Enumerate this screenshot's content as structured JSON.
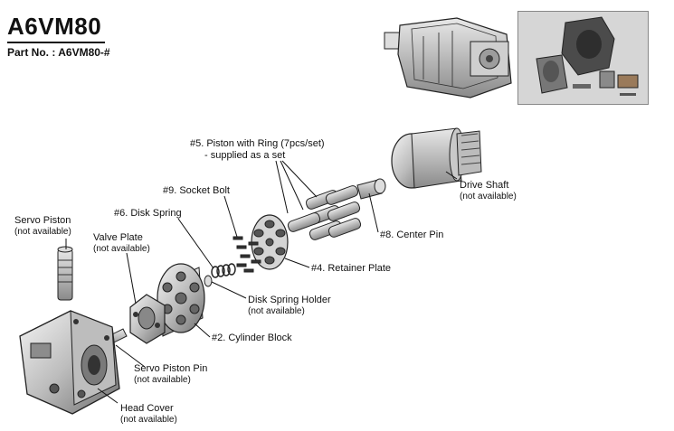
{
  "header": {
    "title": "A6VM80",
    "part_no": "Part No. : A6VM80-#"
  },
  "callouts": {
    "piston": {
      "label": "#5. Piston with Ring (7pcs/set)",
      "note": "- supplied as a set"
    },
    "socket_bolt": {
      "label": "#9. Socket Bolt"
    },
    "disk_spring": {
      "label": "#6. Disk Spring"
    },
    "servo_piston": {
      "label": "Servo Piston",
      "note": "(not available)"
    },
    "valve_plate": {
      "label": "Valve Plate",
      "note": "(not available)"
    },
    "drive_shaft": {
      "label": "Drive Shaft",
      "note": "(not available)"
    },
    "center_pin": {
      "label": "#8. Center Pin"
    },
    "retainer_plate": {
      "label": "#4. Retainer Plate"
    },
    "disk_spring_holder": {
      "label": "Disk Spring Holder",
      "note": "(not available)"
    },
    "cylinder_block": {
      "label": "#2. Cylinder Block"
    },
    "servo_piston_pin": {
      "label": "Servo Piston Pin",
      "note": "(not available)"
    },
    "head_cover": {
      "label": "Head Cover",
      "note": "(not available)"
    }
  }
}
